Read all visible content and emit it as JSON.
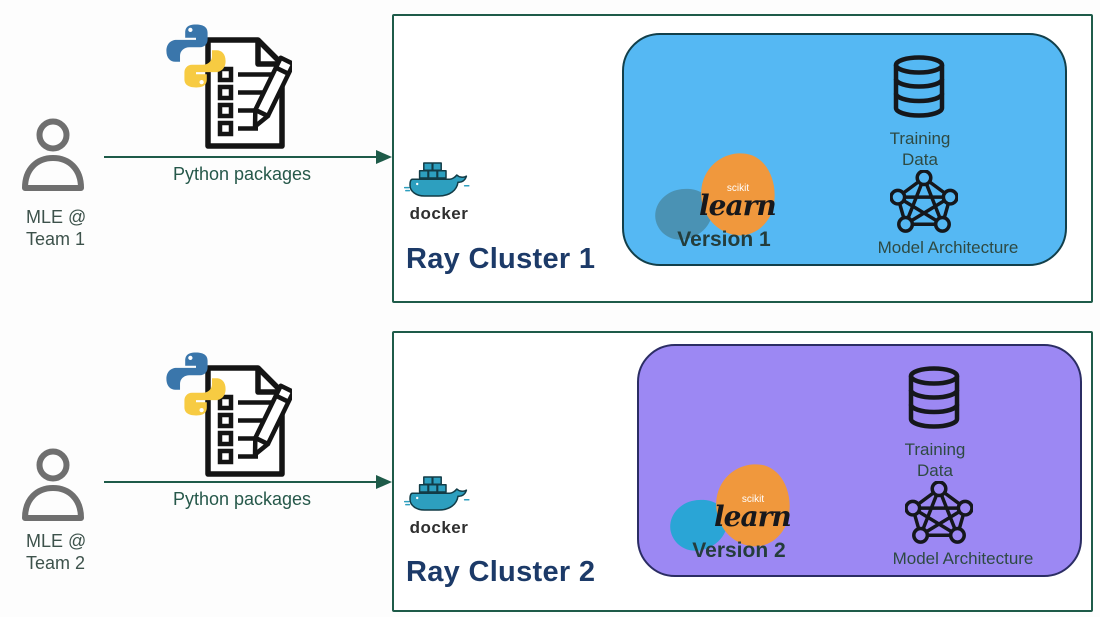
{
  "diagram_title": "",
  "rows": [
    {
      "actor_line1": "MLE @",
      "actor_line2": "Team 1",
      "arrow_label": "Python packages",
      "docker_label": "docker",
      "cluster_title": "Ray Cluster 1",
      "env": {
        "scikit_small": "scikit",
        "scikit_big": "learn",
        "version_label": "Version 1",
        "training_line1": "Training",
        "training_line2": "Data",
        "model_label": "Model Architecture",
        "fill": "#55b8f3",
        "border": "#123f4a",
        "scikit_blob_blue": "#4a92b4"
      }
    },
    {
      "actor_line1": "MLE @",
      "actor_line2": "Team 2",
      "arrow_label": "Python packages",
      "docker_label": "docker",
      "cluster_title": "Ray Cluster 2",
      "env": {
        "scikit_small": "scikit",
        "scikit_big": "learn",
        "version_label": "Version 2",
        "training_line1": "Training",
        "training_line2": "Data",
        "model_label": "Model Architecture",
        "fill": "#9c88f3",
        "border": "#2b2d64",
        "scikit_blob_blue": "#2aa5d6"
      }
    }
  ],
  "icons": {
    "person": "person-icon",
    "python": "python-logo-icon",
    "packages_document": "checklist-document-icon",
    "docker": "docker-whale-icon",
    "scikit_learn": "scikit-learn-logo",
    "database": "database-cylinder-icon",
    "network": "model-architecture-graph-icon"
  },
  "palette": {
    "arrow_green": "#1e5b49",
    "cluster_border": "#1e5b49",
    "cluster_title_navy": "#1c3a68",
    "label_green": "#26584a",
    "label_slate": "#2e4a43",
    "env1_fill": "#55b8f3",
    "env2_fill": "#9c88f3",
    "scikit_orange": "#f0983d",
    "docker_teal": "#2d9fbf",
    "person_gray": "#6f6f6f",
    "icon_black": "#141414"
  }
}
